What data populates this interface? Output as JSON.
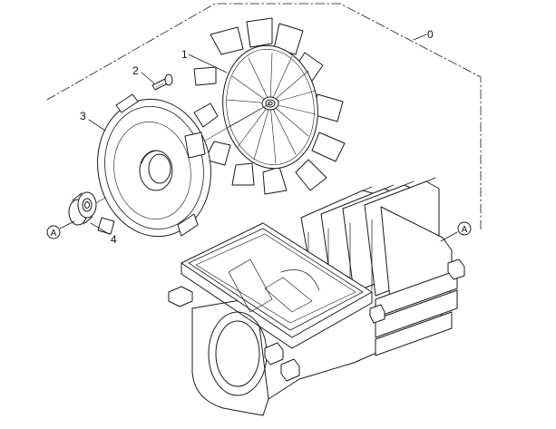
{
  "callouts": {
    "assembly": "0",
    "fan": "1",
    "screw": "2",
    "end_shield": "3",
    "bearing": "4"
  },
  "reference_marks": {
    "left": "A",
    "right": "A"
  },
  "colors": {
    "line": "#1a1a1a",
    "background": "#ffffff"
  }
}
